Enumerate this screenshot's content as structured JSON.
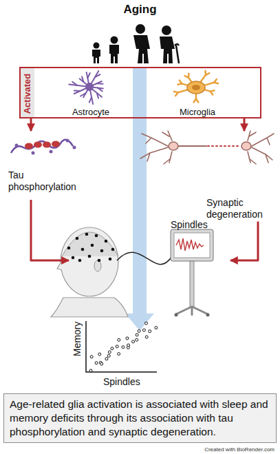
{
  "diagram": {
    "title": "Aging",
    "caption": "Age-related glia activation is associated with sleep and memory deficits through its association with tau phosphorylation and synaptic degeneration.",
    "nodes": [
      {
        "text": [
          "Activated"
        ]
      },
      {
        "text": [
          "Astrocyte"
        ],
        "in": 0
      },
      {
        "text": [
          "Microglia"
        ],
        "in": 0
      },
      {
        "text": [
          "Tau phosphorylation"
        ]
      },
      {
        "text": [
          "Synaptic degeneration"
        ]
      },
      {
        "text": [
          "Spindles"
        ]
      }
    ],
    "edges": [
      {
        "from": 0,
        "to": 3,
        "arrow": "to"
      },
      {
        "from": 0,
        "to": 4,
        "arrow": "to"
      },
      {
        "from": 3,
        "to": 5,
        "arrow": "to"
      },
      {
        "from": 4,
        "to": 5,
        "arrow": "to"
      }
    ],
    "labels": [
      "Memory",
      "Spindles",
      "Created with BioRender.com"
    ]
  }
}
